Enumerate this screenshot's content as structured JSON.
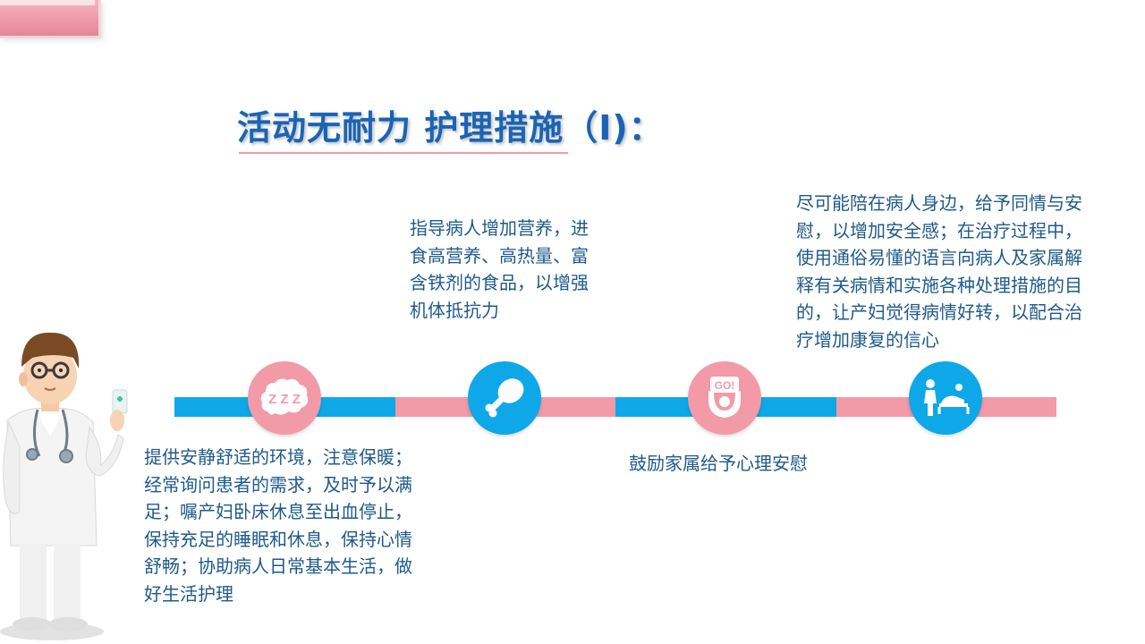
{
  "title": "活动无耐力 护理措施（I)：",
  "colors": {
    "accent_blue": "#0ea8e8",
    "accent_pink": "#f29aa8",
    "title_blue": "#1a64b4",
    "text_blue": "#1f5a8a"
  },
  "steps": [
    {
      "icon": "sleep-zzz-icon",
      "icon_text": "Z Z Z",
      "text": "提供安静舒适的环境，注意保暖；经常询问患者的需求，及时予以满足；嘱产妇卧床休息至出血停止，保持充足的睡眠和休息，保持心情舒畅；协助病人日常基本生活，做好生活护理"
    },
    {
      "icon": "chicken-leg-icon",
      "text": "指导病人增加营养，进食高营养、高热量、富含铁剂的食品，以增强机体抵抗力"
    },
    {
      "icon": "go-cheer-icon",
      "icon_text": "GO!",
      "text": "鼓励家属给予心理安慰"
    },
    {
      "icon": "caregiver-patient-icon",
      "text": "尽可能陪在病人身边，给予同情与安慰，以增加安全感；在治疗过程中，使用通俗易懂的语言向病人及家属解释有关病情和实施各种处理措施的目的，让产妇觉得病情好转，以配合治疗增加康复的信心"
    }
  ]
}
